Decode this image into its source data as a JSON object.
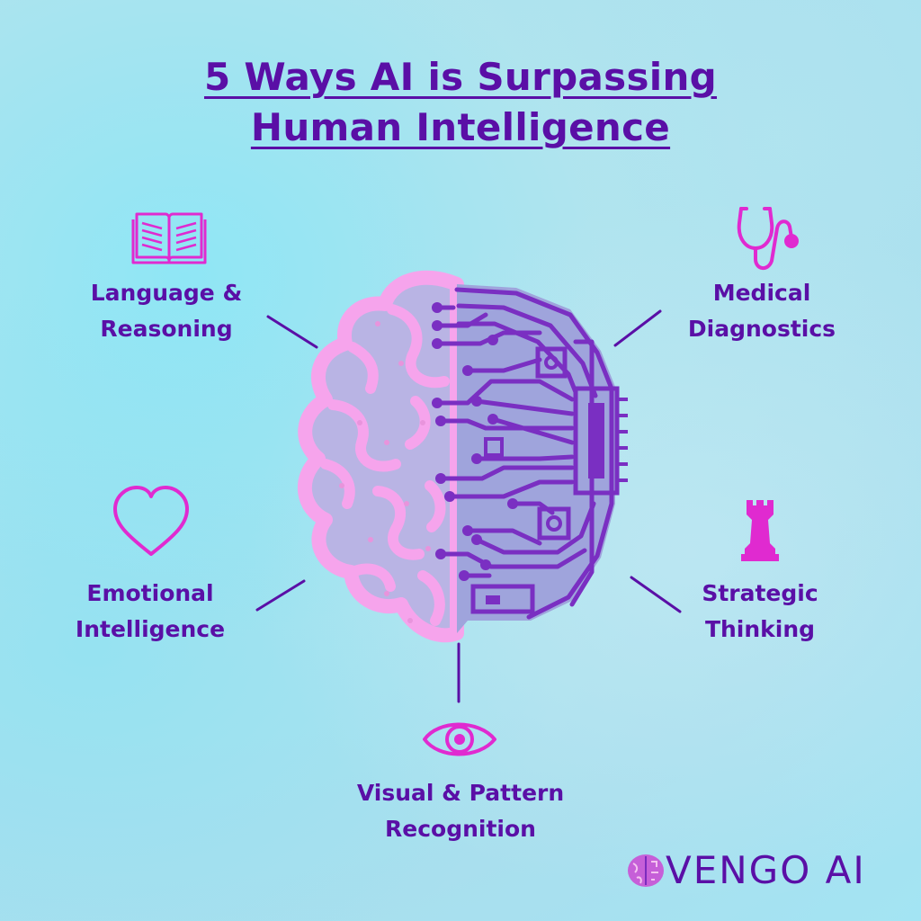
{
  "title": {
    "line1": "5 Ways AI is Surpassing",
    "line2": "Human Intelligence"
  },
  "items": [
    {
      "id": "language",
      "line1": "Language &",
      "line2": "Reasoning",
      "icon": "open-book-icon"
    },
    {
      "id": "medical",
      "line1": "Medical",
      "line2": "Diagnostics",
      "icon": "stethoscope-icon"
    },
    {
      "id": "emotional",
      "line1": "Emotional",
      "line2": "Intelligence",
      "icon": "heart-icon"
    },
    {
      "id": "strategic",
      "line1": "Strategic",
      "line2": "Thinking",
      "icon": "chess-rook-icon"
    },
    {
      "id": "visual",
      "line1": "Visual & Pattern",
      "line2": "Recognition",
      "icon": "eye-icon"
    }
  ],
  "brand": {
    "name": "VENGO AI",
    "icon": "brain-logo-icon"
  },
  "colors": {
    "text": "#5a0fa6",
    "icon": "#e02ad0",
    "brain_pink": "#f6a4ec",
    "circuit": "#7a2fc2",
    "background": "#a9e3f0"
  }
}
